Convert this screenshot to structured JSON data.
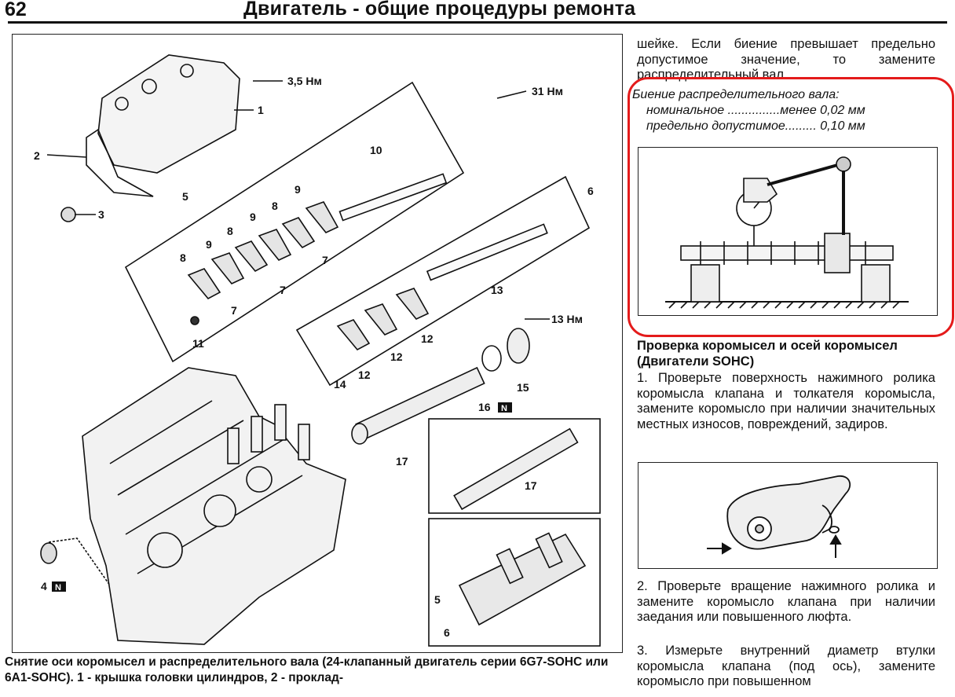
{
  "header": {
    "page_number": "62",
    "title": "Двигатель - общие процедуры ремонта"
  },
  "figure": {
    "callouts": {
      "torque_35": "3,5 Нм",
      "torque_31": "31 Нм",
      "torque_13": "13 Нм",
      "n1": "1",
      "n2": "2",
      "n3": "3",
      "n4": "4",
      "n5": "5",
      "n6": "6",
      "n7": "7",
      "n8": "8",
      "n9": "9",
      "n10": "10",
      "n11": "11",
      "n12": "12",
      "n13": "13",
      "n14": "14",
      "n15": "15",
      "n16": "16",
      "n17": "17",
      "badge": "N"
    },
    "caption": "Снятие оси коромысел и распределительного вала (24-клапанный двигатель серии 6G7-SOHC или 6A1-SOHC). 1 - крышка головки цилиндров, 2 - проклад-"
  },
  "right": {
    "para_top": "шейке. Если биение превышает предельно допустимое значение, то замените распределительный вал.",
    "spec": {
      "title": "Биение распределительного вала:",
      "nominal": "номинальное ...............менее 0,02 мм",
      "limit": "предельно допустимое......... 0,10 мм"
    },
    "section_title": "Проверка коромысел и осей коромысел (Двигатели SOHC)",
    "para1": "1. Проверьте поверхность нажимного ролика коромысла клапана и толкателя коромысла, замените коромысло при наличии значительных местных износов, повреждений, задиров.",
    "para2": "2. Проверьте вращение нажимного ролика и замените коромысло клапана при наличии заедания или повышенного люфта.",
    "para3": "3. Измерьте внутренний диаметр втулки коромысла клапана (под ось), замените коромысло при повышенном"
  }
}
